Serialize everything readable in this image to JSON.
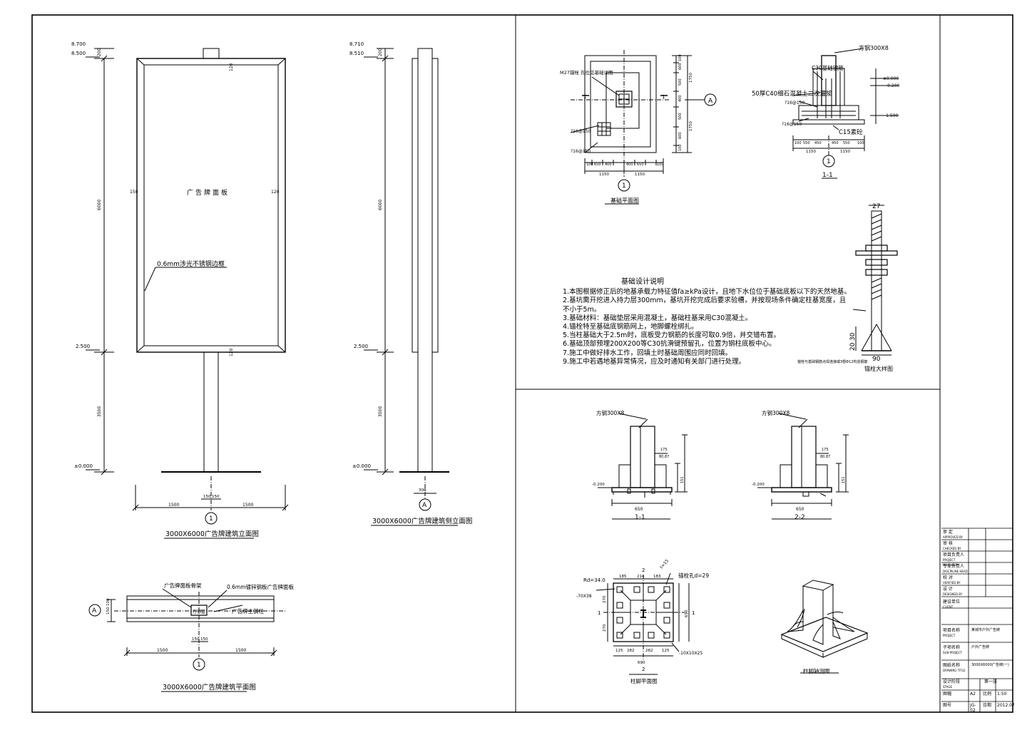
{
  "elevation_front": {
    "title": "3000X6000广告牌建筑立面图",
    "panel_label": "广告牌面板",
    "note": "0.6mm涉光不锈钢边框",
    "dims": {
      "w120a": "120",
      "w150": "150",
      "w120b": "120",
      "w120c": "120",
      "w150b": "150",
      "top200": "200",
      "h6000": "6000",
      "h3500": "3500",
      "d1500a": "1500",
      "d1500b": "1500",
      "d150": "150",
      "d150b": "150"
    },
    "levels": {
      "l8700": "8.700",
      "l8500": "8.500",
      "l2500": "2.500",
      "l0": "±0.000"
    },
    "axis": "1"
  },
  "elevation_side": {
    "title": "3000X6000广告牌建筑侧立面图",
    "dims": {
      "top200": "200",
      "h6000": "6000",
      "h3500": "3500",
      "d300": "300"
    },
    "levels": {
      "l8700": "8.710",
      "l8500": "8.510",
      "l2500": "2.500",
      "l0": "±0.000"
    },
    "axis": "A"
  },
  "plan": {
    "title": "3000X6000广告牌建筑平面图",
    "label_frame": "广告牌面板骨架",
    "label_panel": "0.6mm镀锌钢板广告牌面板",
    "label_column": "广告牌主钢柱",
    "label_tube": "方钢管",
    "dims": {
      "d1500a": "1500",
      "d1500b": "1500",
      "d150": "150",
      "d150b": "150",
      "v150": "150",
      "v100": "100"
    },
    "axis_a": "A",
    "axis_1": "1"
  },
  "foundation": {
    "plan_title": "基础平面图",
    "rebar_label": "M27锚栓 孔位见基础详图",
    "rebar2": "?16@150",
    "rebar3": "?16@150",
    "dims_h": [
      "100",
      "650",
      "400",
      "400",
      "650",
      "100"
    ],
    "dims_h2": [
      "1150",
      "1150"
    ],
    "dims_v": [
      "100",
      "600",
      "500",
      "400",
      "500",
      "600",
      "100"
    ],
    "dims_v2": [
      "1750",
      "1750"
    ],
    "axis": "1",
    "axis_a": "A",
    "sec_mark": "1"
  },
  "section11": {
    "title": "1-1",
    "label_tube": "方钢300X8",
    "label_conc": "C30基础钢筋",
    "label_grout": "50厚C40细石混凝土二次灌浆",
    "label_rebar": "?16@150",
    "label_rebar2": "?16@150",
    "label_c15": "C15素砼",
    "levels": [
      "±0.000",
      "-0.200",
      "-1.500"
    ],
    "dims_h": [
      "100",
      "550",
      "450",
      "450",
      "550",
      "100"
    ],
    "dims_h2": [
      "1150",
      "1150"
    ],
    "axis": "1"
  },
  "design_notes": {
    "title": "基础设计说明",
    "lines": [
      "1.本图根据修正后的地基承载力特征值fa≥kPa设计，且地下水位位于基础底板以下的天然地基。",
      "2.基坑需开挖进入持力层300mm，基坑开挖完成后要求验槽，并按现场条件确定柱基宽度，且",
      "  不小于5m。",
      "3.基础材料：基础垫层采用混凝土，基础柱基采用C30混凝土。",
      "4.锚栓特至基础底钢筋网上，地脚螺栓绑扎。",
      "5.当柱基础大于2.5m时，底板受力钢筋的长度可取0.9倍，并交错布置。",
      "6.基础顶部预埋200X200等C30抗滑键预留孔，位置为钢柱底板中心。",
      "7.施工中做好排水工作，回填土时基础周围应同时回填。",
      "9.施工中若遇地基异常情况，应及时通知有关部门进行处理。"
    ]
  },
  "anchor_detail": {
    "title": "锚栓大样图",
    "d27": "27",
    "d90": "90",
    "d30": "30",
    "d20": "20",
    "label_note": "锚栓与基础钢筋点焊连接或3根Φ12构造钢筋"
  },
  "base_11": {
    "title": "1-1",
    "tube": "方钢300X8",
    "d650": "650",
    "d175": "175",
    "d30": "80,87",
    "d151": "151",
    "lvl": "-0.200"
  },
  "base_22": {
    "title": "2-2",
    "tube": "方钢300X8",
    "d650": "650",
    "d175": "175",
    "d30": "80,87",
    "d151": "151",
    "lvl": "-0.200"
  },
  "base_plan": {
    "title": "柱脚平面图",
    "rd": "Rd=34.0",
    "hole": "锚栓孔d=29",
    "p1": "-70X38",
    "p2": "-10X10X25",
    "top": [
      "185",
      "214",
      "183"
    ],
    "bot": [
      "125",
      "282",
      "282",
      "125"
    ],
    "tot": "690",
    "side": [
      "270",
      "270"
    ],
    "side2": "690",
    "t": "t=15",
    "s1": "1",
    "s2": "2",
    "s1b": "1",
    "s2b": "2"
  },
  "axo": {
    "title": "柱脚轴测图"
  },
  "title_block": {
    "rows": [
      {
        "label": "审  定",
        "sub": "APPROVED BY",
        "value": ""
      },
      {
        "label": "审  核",
        "sub": "CHECKED BY",
        "value": ""
      },
      {
        "label": "项目负责人",
        "sub": "PROJECT MANAGER",
        "value": ""
      },
      {
        "label": "专业负责人",
        "sub": "DISCIPLINE HEAD",
        "value": ""
      },
      {
        "label": "校  对",
        "sub": "VERIFIED BY",
        "value": ""
      },
      {
        "label": "设  计",
        "sub": "DESIGNED BY",
        "value": ""
      },
      {
        "label": "建设单位",
        "sub": "CLIENT",
        "value": ""
      },
      {
        "label": "项目名称",
        "sub": "PROJECT",
        "value": "某城市户外广告牌"
      },
      {
        "label": "子项名称",
        "sub": "SUB-PROJECT",
        "value": "户外广告牌"
      },
      {
        "label": "图纸名称",
        "sub": "DRAWING TITLE",
        "value": "3000X6000广告牌(一)"
      },
      {
        "label": "设计阶段",
        "sub": "STAGE",
        "value": ""
      }
    ],
    "scale_label": "图幅",
    "scale_value": "A2",
    "ratio_label": "比例",
    "ratio_value": "1:50",
    "no_label": "图号",
    "no_value": "JG-02",
    "date_label": "日期",
    "date_value": "2012.07",
    "sheet": "第一张"
  }
}
